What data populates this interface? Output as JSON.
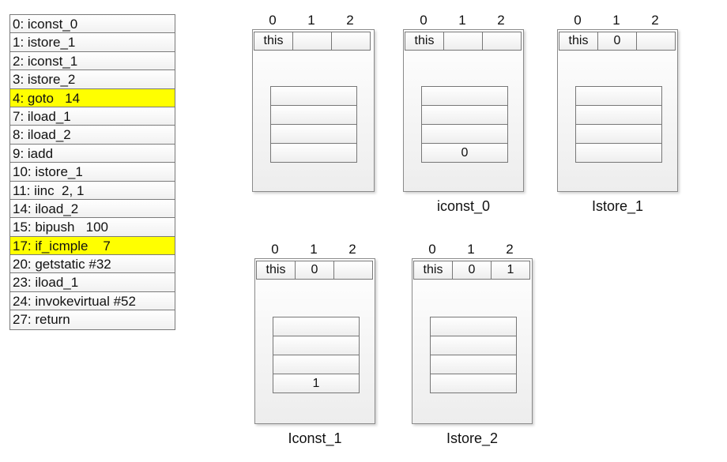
{
  "code": [
    {
      "text": "0: iconst_0",
      "highlight": false
    },
    {
      "text": "1: istore_1",
      "highlight": false
    },
    {
      "text": "2: iconst_1",
      "highlight": false
    },
    {
      "text": "3: istore_2",
      "highlight": false
    },
    {
      "text": "4: goto   14",
      "highlight": true
    },
    {
      "text": "7: iload_1",
      "highlight": false
    },
    {
      "text": "8: iload_2",
      "highlight": false
    },
    {
      "text": "9: iadd",
      "highlight": false
    },
    {
      "text": "10: istore_1",
      "highlight": false
    },
    {
      "text": "11: iinc  2, 1",
      "highlight": false
    },
    {
      "text": "14: iload_2",
      "highlight": false
    },
    {
      "text": "15: bipush   100",
      "highlight": false
    },
    {
      "text": "17: if_icmple    7",
      "highlight": true
    },
    {
      "text": "20: getstatic #32",
      "highlight": false
    },
    {
      "text": "23: iload_1",
      "highlight": false
    },
    {
      "text": "24: invokevirtual #52",
      "highlight": false
    },
    {
      "text": "27: return",
      "highlight": false
    }
  ],
  "highlight_color": "#ffff00",
  "frames": [
    {
      "indices": [
        "0",
        "1",
        "2"
      ],
      "locals": [
        "this",
        "",
        ""
      ],
      "stack": [
        "",
        "",
        "",
        ""
      ],
      "caption": ""
    },
    {
      "indices": [
        "0",
        "1",
        "2"
      ],
      "locals": [
        "this",
        "",
        ""
      ],
      "stack": [
        "",
        "",
        "",
        "0"
      ],
      "caption": "iconst_0"
    },
    {
      "indices": [
        "0",
        "1",
        "2"
      ],
      "locals": [
        "this",
        "0",
        ""
      ],
      "stack": [
        "",
        "",
        "",
        ""
      ],
      "caption": "Istore_1"
    },
    {
      "indices": [
        "0",
        "1",
        "2"
      ],
      "locals": [
        "this",
        "0",
        ""
      ],
      "stack": [
        "",
        "",
        "",
        "1"
      ],
      "caption": "Iconst_1"
    },
    {
      "indices": [
        "0",
        "1",
        "2"
      ],
      "locals": [
        "this",
        "0",
        "1"
      ],
      "stack": [
        "",
        "",
        "",
        ""
      ],
      "caption": "Istore_2"
    }
  ]
}
